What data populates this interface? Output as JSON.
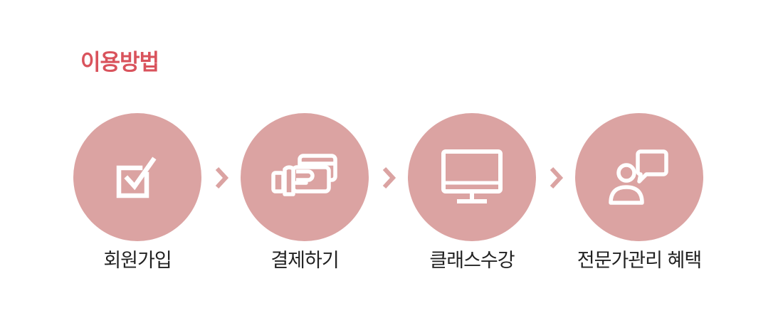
{
  "section": {
    "title": "이용방법",
    "title_color": "#d9535c"
  },
  "theme": {
    "circle_color": "#dba3a2",
    "icon_color": "#ffffff",
    "arrow_color": "#dba3a2"
  },
  "steps": [
    {
      "label": "회원가입",
      "icon": "checkbox-icon"
    },
    {
      "label": "결제하기",
      "icon": "credit-card-icon"
    },
    {
      "label": "클래스수강",
      "icon": "monitor-icon"
    },
    {
      "label": "전문가관리 혜택",
      "icon": "consultation-icon"
    }
  ],
  "separators": [
    "chevron-right-icon",
    "chevron-right-icon",
    "chevron-right-icon"
  ]
}
